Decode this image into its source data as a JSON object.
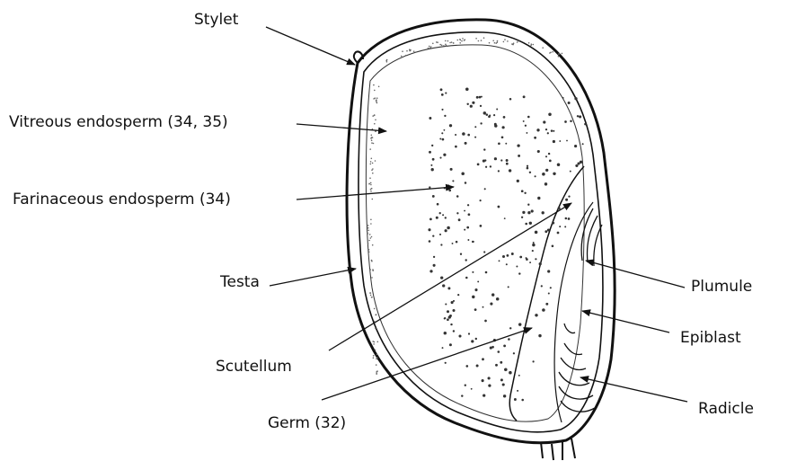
{
  "labels": {
    "stylet": "Stylet",
    "vitreous": "Vitreous endosperm (34, 35)",
    "farinaceous": "Farinaceous endosperm (34)",
    "testa": "Testa",
    "scutellum": "Scutellum",
    "germ": "Germ (32)",
    "plumule": "Plumule",
    "epiblast": "Epiblast",
    "radicle": "Radicle"
  }
}
